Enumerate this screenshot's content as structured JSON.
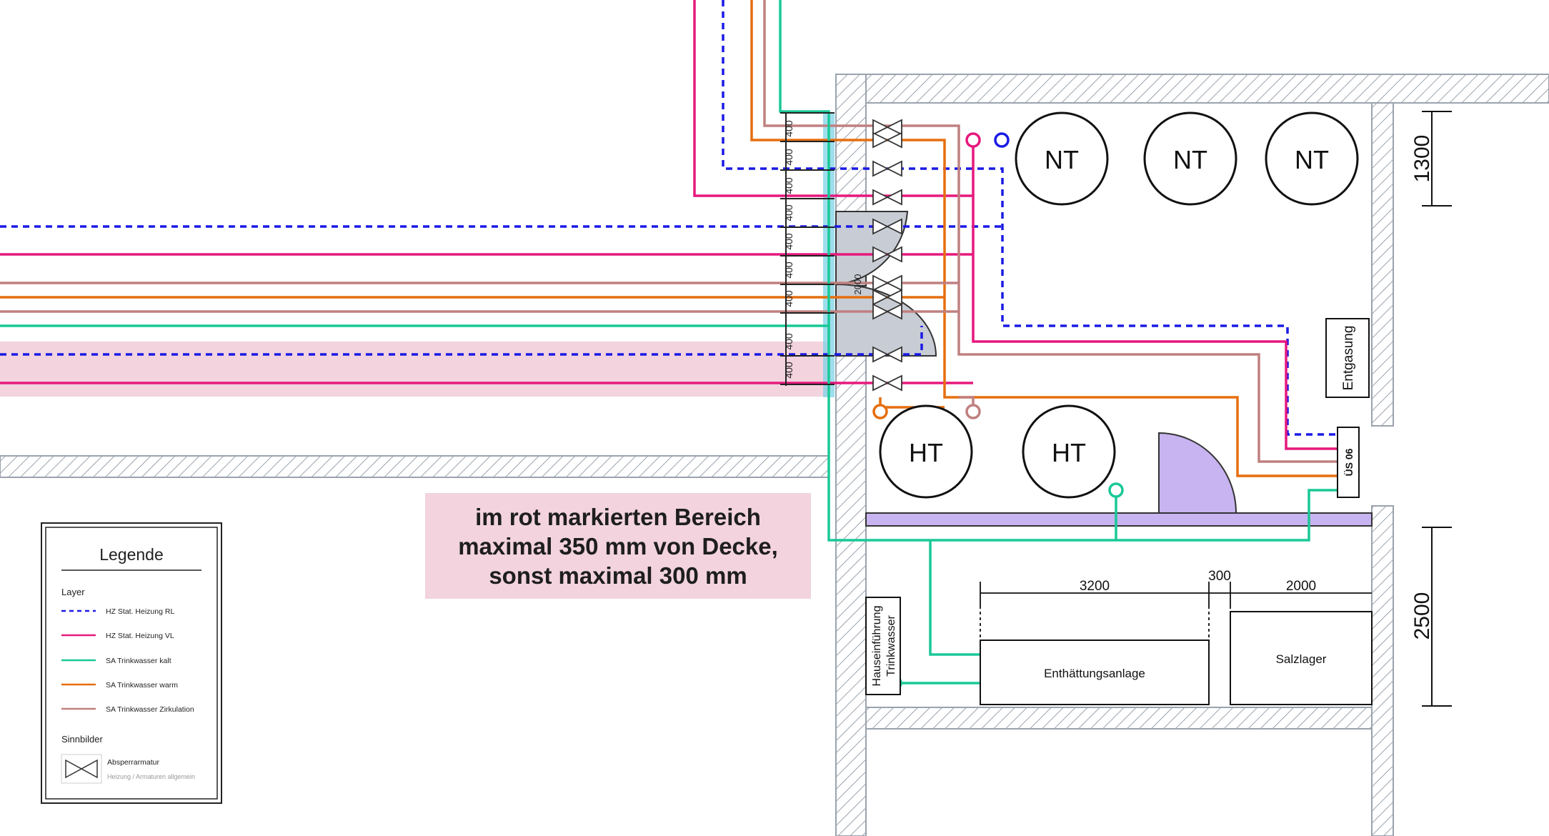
{
  "note": {
    "lines": [
      "im rot markierten Bereich",
      "maximal 350 mm von Decke,",
      "sonst maximal 300 mm"
    ]
  },
  "legend": {
    "title": "Legende",
    "layer_heading": "Layer",
    "layers": [
      {
        "label": "HZ Stat. Heizung RL",
        "color": "#1a1ae6",
        "style": "dashed"
      },
      {
        "label": "HZ Stat. Heizung VL",
        "color": "#e6197d",
        "style": "solid"
      },
      {
        "label": "SA Trinkwasser kalt",
        "color": "#19c896",
        "style": "solid"
      },
      {
        "label": "SA Trinkwasser warm",
        "color": "#e66e0f",
        "style": "solid"
      },
      {
        "label": "SA Trinkwasser Zirkulation",
        "color": "#c08080",
        "style": "solid"
      }
    ],
    "symbols_heading": "Sinnbilder",
    "symbol_label": "Absperrarmatur",
    "symbol_sublabel": "Heizung / Armaturen allgemein"
  },
  "spacing_labels": [
    "400",
    "400",
    "400",
    "400",
    "400",
    "400",
    "400",
    "400",
    "400"
  ],
  "door_width_label": "2000",
  "tanks": {
    "nt": [
      "NT",
      "NT",
      "NT"
    ],
    "ht": [
      "HT",
      "HT"
    ]
  },
  "labels": {
    "entgasung": "Entgasung",
    "us06": "ÜS 06",
    "hauseinfuehrung_line1": "Hauseinführung",
    "hauseinfuehrung_line2": "Trinkwasser",
    "enthaertung": "Enthättungsanlage",
    "salzlager": "Salzlager"
  },
  "dimensions": {
    "d3200": "3200",
    "d300": "300",
    "d2000": "2000",
    "d1300": "1300",
    "d2500": "2500"
  },
  "colors": {
    "rl_blue": "#1a1ae6",
    "vl_pink": "#e6197d",
    "kalt_green": "#19c896",
    "warm_orange": "#e66e0f",
    "zirk_brown": "#c08080",
    "highlight_pink": "#f2d3de",
    "highlight_cyan": "#7fd3e6",
    "door_grey": "#c8ccd4",
    "door_purple": "#c8b4f0"
  }
}
